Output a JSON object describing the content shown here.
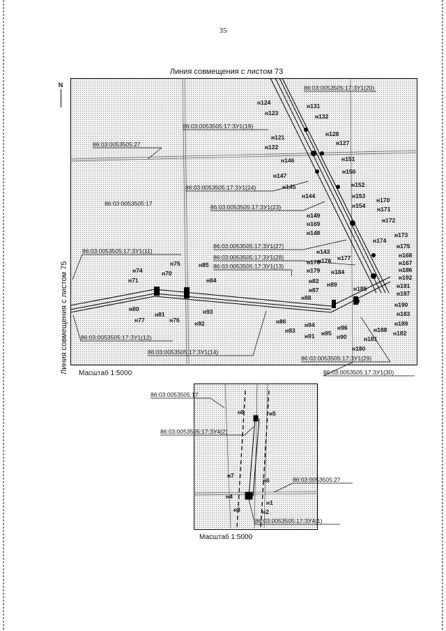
{
  "page_number": "35",
  "map1": {
    "title": "Линия совмещения с листом 73",
    "side_label": "Линия совмещения с листом 75",
    "north": "N",
    "scale": "Масштаб 1:5000",
    "parcels": [
      {
        "id": "p20",
        "text": "86:03:0053505:17:ЗУ1(20)"
      },
      {
        "id": "p19",
        "text": "86:03:0053505:17:ЗУ1(19)"
      },
      {
        "id": "q27",
        "text": "86:03:0053505:27"
      },
      {
        "id": "q17",
        "text": "86:03:0053505:17"
      },
      {
        "id": "p24",
        "text": "86:03:0053505:17:ЗУ1(24)"
      },
      {
        "id": "p23",
        "text": "86:03:0053505:17:ЗУ1(23)"
      },
      {
        "id": "p11",
        "text": "86:03:0053505:17:ЗУ1(11)"
      },
      {
        "id": "p27",
        "text": "86:03:0053505:17:ЗУ1(27)"
      },
      {
        "id": "p28",
        "text": "86:03:0053505:17:ЗУ1(28)"
      },
      {
        "id": "p13",
        "text": "86:03:0053505:17:ЗУ1(13)"
      },
      {
        "id": "p12",
        "text": "86:03:0053505:17:ЗУ1(12)"
      },
      {
        "id": "p14",
        "text": "86:03:0053505:17:ЗУ1(14)"
      },
      {
        "id": "p29",
        "text": "86:03:0053505:17:ЗУ1(29)"
      },
      {
        "id": "p30",
        "text": "86:03:0053505:17:ЗУ1(30)"
      }
    ],
    "points": [
      "н124",
      "н123",
      "н131",
      "н132",
      "н121",
      "н122",
      "н128",
      "н127",
      "н146",
      "н151",
      "н150",
      "н147",
      "н145",
      "н144",
      "н152",
      "н153",
      "н154",
      "н170",
      "н171",
      "н149",
      "н169",
      "н172",
      "н148",
      "н173",
      "н174",
      "н175",
      "н143",
      "н178",
      "н177",
      "н176",
      "н168",
      "н167",
      "н179",
      "н184",
      "н186",
      "н192",
      "н191",
      "н74",
      "н71",
      "н70",
      "н75",
      "н85",
      "н84",
      "н82",
      "н89",
      "н87",
      "н88",
      "н185",
      "н187",
      "н190",
      "н183",
      "н189",
      "н80",
      "н77",
      "н81",
      "н76",
      "н93",
      "н92",
      "н86",
      "н83",
      "н94",
      "н91",
      "н95",
      "н96",
      "н90",
      "н188",
      "н182",
      "н181",
      "н180"
    ]
  },
  "map2": {
    "scale": "Масштаб 1:5000",
    "parcels": [
      {
        "id": "r17",
        "text": "86:03:0053505:17"
      },
      {
        "id": "r2",
        "text": "86:03:0053505:17:ЗУ4(2)"
      },
      {
        "id": "r27",
        "text": "86:03:0053505:27"
      },
      {
        "id": "r1",
        "text": "86:03:0053505:17:ЗУ4(1)"
      }
    ],
    "points": [
      "н8",
      "н5",
      "н7",
      "н6",
      "н4",
      "н1",
      "н3",
      "н2"
    ]
  },
  "colors": {
    "ink": "#111111",
    "frame_fill": "#f3f3f3"
  }
}
